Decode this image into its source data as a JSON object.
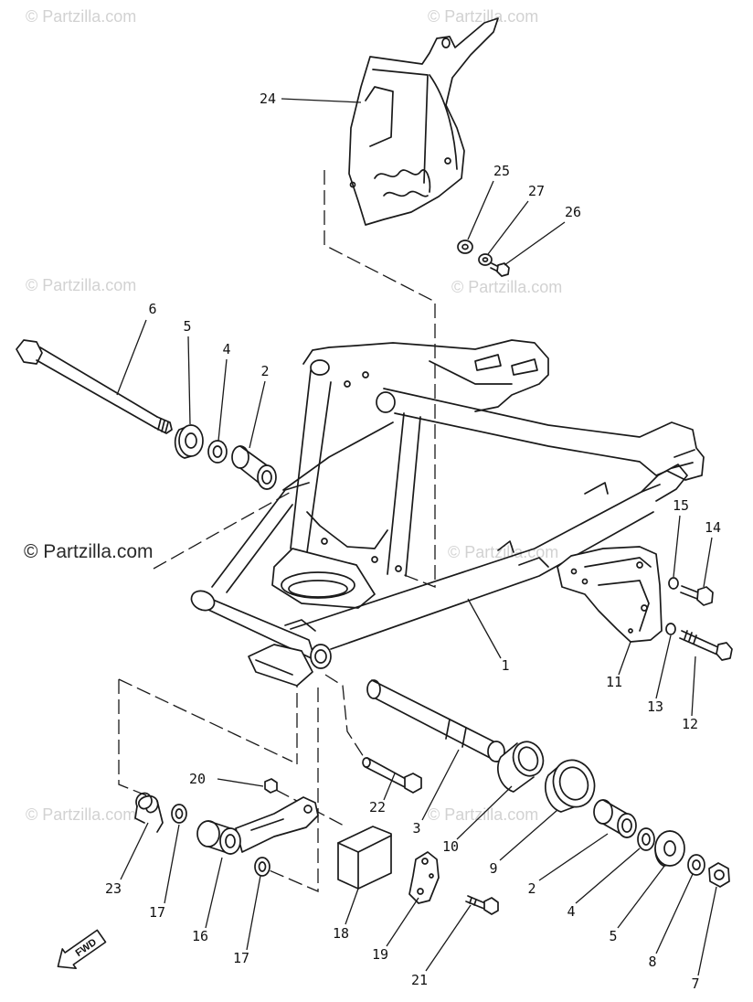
{
  "watermarks": [
    "© Partzilla.com",
    "© Partzilla.com",
    "© Partzilla.com",
    "© Partzilla.com",
    "© Partzilla.com",
    "© Partzilla.com",
    "© Partzilla.com",
    "© Partzilla.com"
  ],
  "callouts": [
    "24",
    "25",
    "27",
    "26",
    "6",
    "5",
    "4",
    "2",
    "15",
    "14",
    "1",
    "11",
    "13",
    "12",
    "20",
    "22",
    "3",
    "10",
    "9",
    "2",
    "4",
    "5",
    "8",
    "7",
    "23",
    "17",
    "16",
    "17",
    "18",
    "19",
    "21"
  ],
  "fwd_arrow": {
    "label": "FWD"
  }
}
